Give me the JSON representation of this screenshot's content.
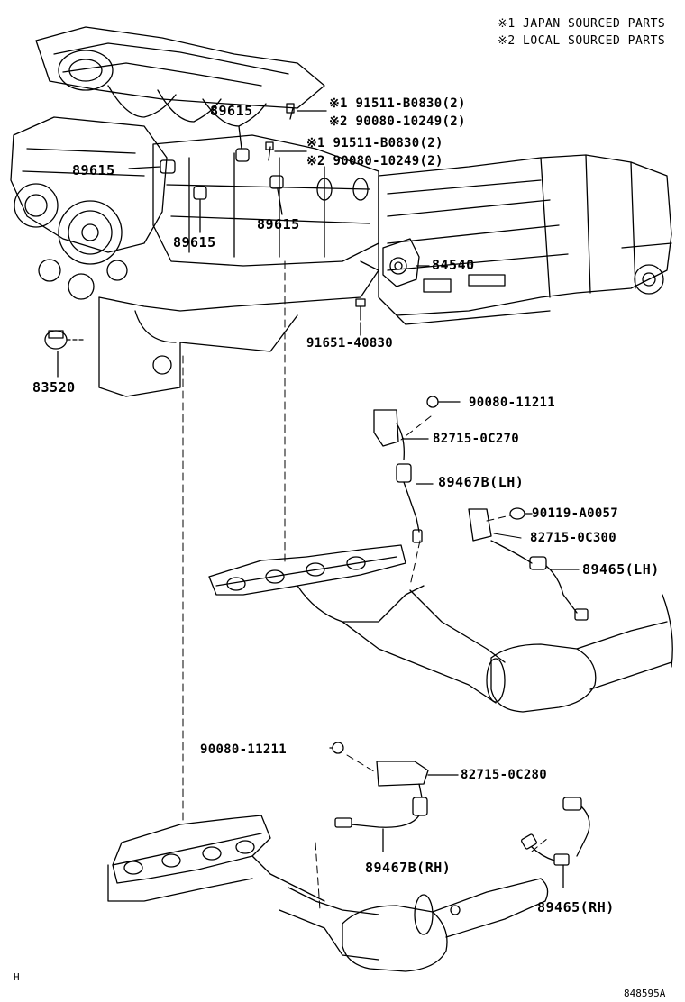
{
  "legend": {
    "note1": "※1 JAPAN SOURCED PARTS",
    "note2": "※2 LOCAL SOURCED PARTS"
  },
  "labels": {
    "p89615_a": "89615",
    "p89615_b": "89615",
    "p89615_c": "89615",
    "p89615_d": "89615",
    "bolt1_jp": "※1 91511-B0830(2)",
    "bolt1_lc": "※2 90080-10249(2)",
    "bolt2_jp": "※1 91511-B0830(2)",
    "bolt2_lc": "※2 90080-10249(2)",
    "p84540": "84540",
    "p91651": "91651-40830",
    "p83520": "83520",
    "p90080_11211_a": "90080-11211",
    "p82715_0c270": "82715-0C270",
    "p89467b_lh": "89467B(LH)",
    "p90119": "90119-A0057",
    "p82715_0c300": "82715-0C300",
    "p89465_lh": "89465(LH)",
    "p90080_11211_b": "90080-11211",
    "p82715_0c280": "82715-0C280",
    "p89467b_rh": "89467B(RH)",
    "p89465_rh": "89465(RH)"
  },
  "footer": {
    "corner_mark": "H",
    "figure_code": "848595A"
  }
}
